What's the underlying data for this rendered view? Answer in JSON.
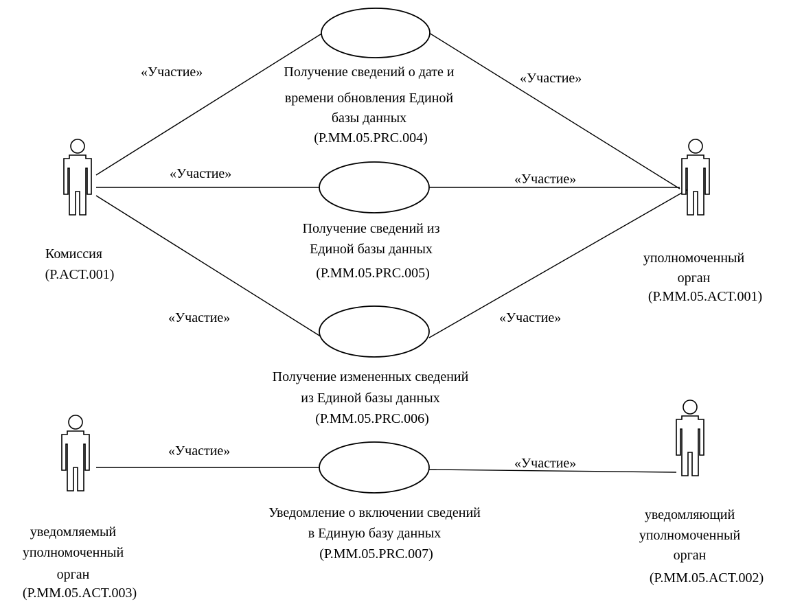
{
  "actors": {
    "commission": {
      "lines": [
        "Комиссия",
        "(P.ACT.001)"
      ]
    },
    "authorized_body": {
      "lines": [
        "уполномоченный",
        "орган",
        "(P.MM.05.ACT.001)"
      ]
    },
    "notified_body": {
      "lines": [
        "уведомляемый",
        "уполномоченный",
        "орган",
        "(P.MM.05.ACT.003)"
      ]
    },
    "notifying_body": {
      "lines": [
        "уведомляющий",
        "уполномоченный",
        "орган",
        "(P.MM.05.ACT.002)"
      ]
    }
  },
  "use_cases": {
    "uc004": {
      "lines": [
        "Получение сведений о дате и",
        "времени обновления Единой",
        "базы данных",
        "(P.MM.05.PRC.004)"
      ]
    },
    "uc005": {
      "lines": [
        "Получение сведений из",
        "Единой базы данных",
        "(P.MM.05.PRC.005)"
      ]
    },
    "uc006": {
      "lines": [
        "Получение измененных сведений",
        "из Единой базы данных",
        "(P.MM.05.PRC.006)"
      ]
    },
    "uc007": {
      "lines": [
        "Уведомление о включении сведений",
        "в Единую базу данных",
        "(P.MM.05.PRC.007)"
      ]
    }
  },
  "association_label": "«Участие»"
}
